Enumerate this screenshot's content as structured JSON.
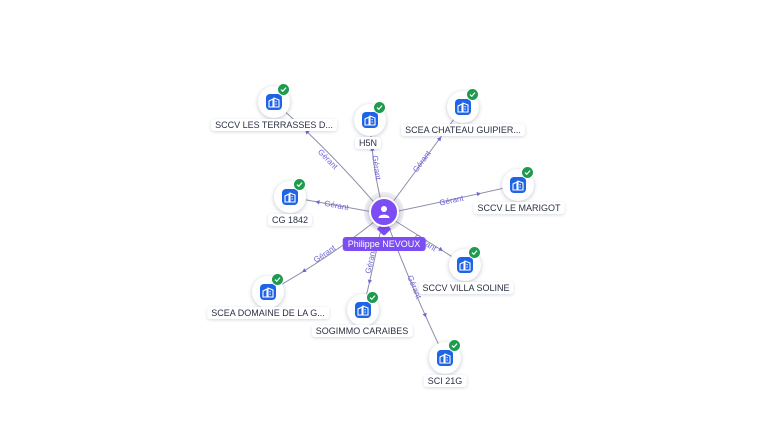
{
  "graph": {
    "center": {
      "name": "Philippe NEVOUX",
      "icon": "person-icon",
      "color": "#7c4df2"
    },
    "edge_label": "Gérant",
    "colors": {
      "company": "#1f63e6",
      "verified": "#1e9b4f",
      "edge": "#8a8fa8",
      "edge_label": "#6f63d9"
    },
    "companies": [
      {
        "id": "sccv-les-terrasses",
        "name": "SCCV LES TERRASSES D...",
        "icon": "building-icon",
        "verified": true
      },
      {
        "id": "h5n",
        "name": "H5N",
        "icon": "building-icon",
        "verified": true
      },
      {
        "id": "scea-chateau-guipier",
        "name": "SCEA CHATEAU GUIPIER...",
        "icon": "building-icon",
        "verified": true
      },
      {
        "id": "cg-1842",
        "name": "CG 1842",
        "icon": "building-icon",
        "verified": true
      },
      {
        "id": "sccv-le-marigot",
        "name": "SCCV LE MARIGOT",
        "icon": "building-icon",
        "verified": true
      },
      {
        "id": "sccv-villa-soline",
        "name": "SCCV VILLA SOLINE",
        "icon": "building-icon",
        "verified": true
      },
      {
        "id": "scea-domaine",
        "name": "SCEA DOMAINE DE LA G...",
        "icon": "building-icon",
        "verified": true
      },
      {
        "id": "sogimmo-caraibes",
        "name": "SOGIMMO CARAIBES",
        "icon": "building-icon",
        "verified": true
      },
      {
        "id": "sci-21g",
        "name": "SCI 21G",
        "icon": "building-icon",
        "verified": true
      }
    ]
  }
}
